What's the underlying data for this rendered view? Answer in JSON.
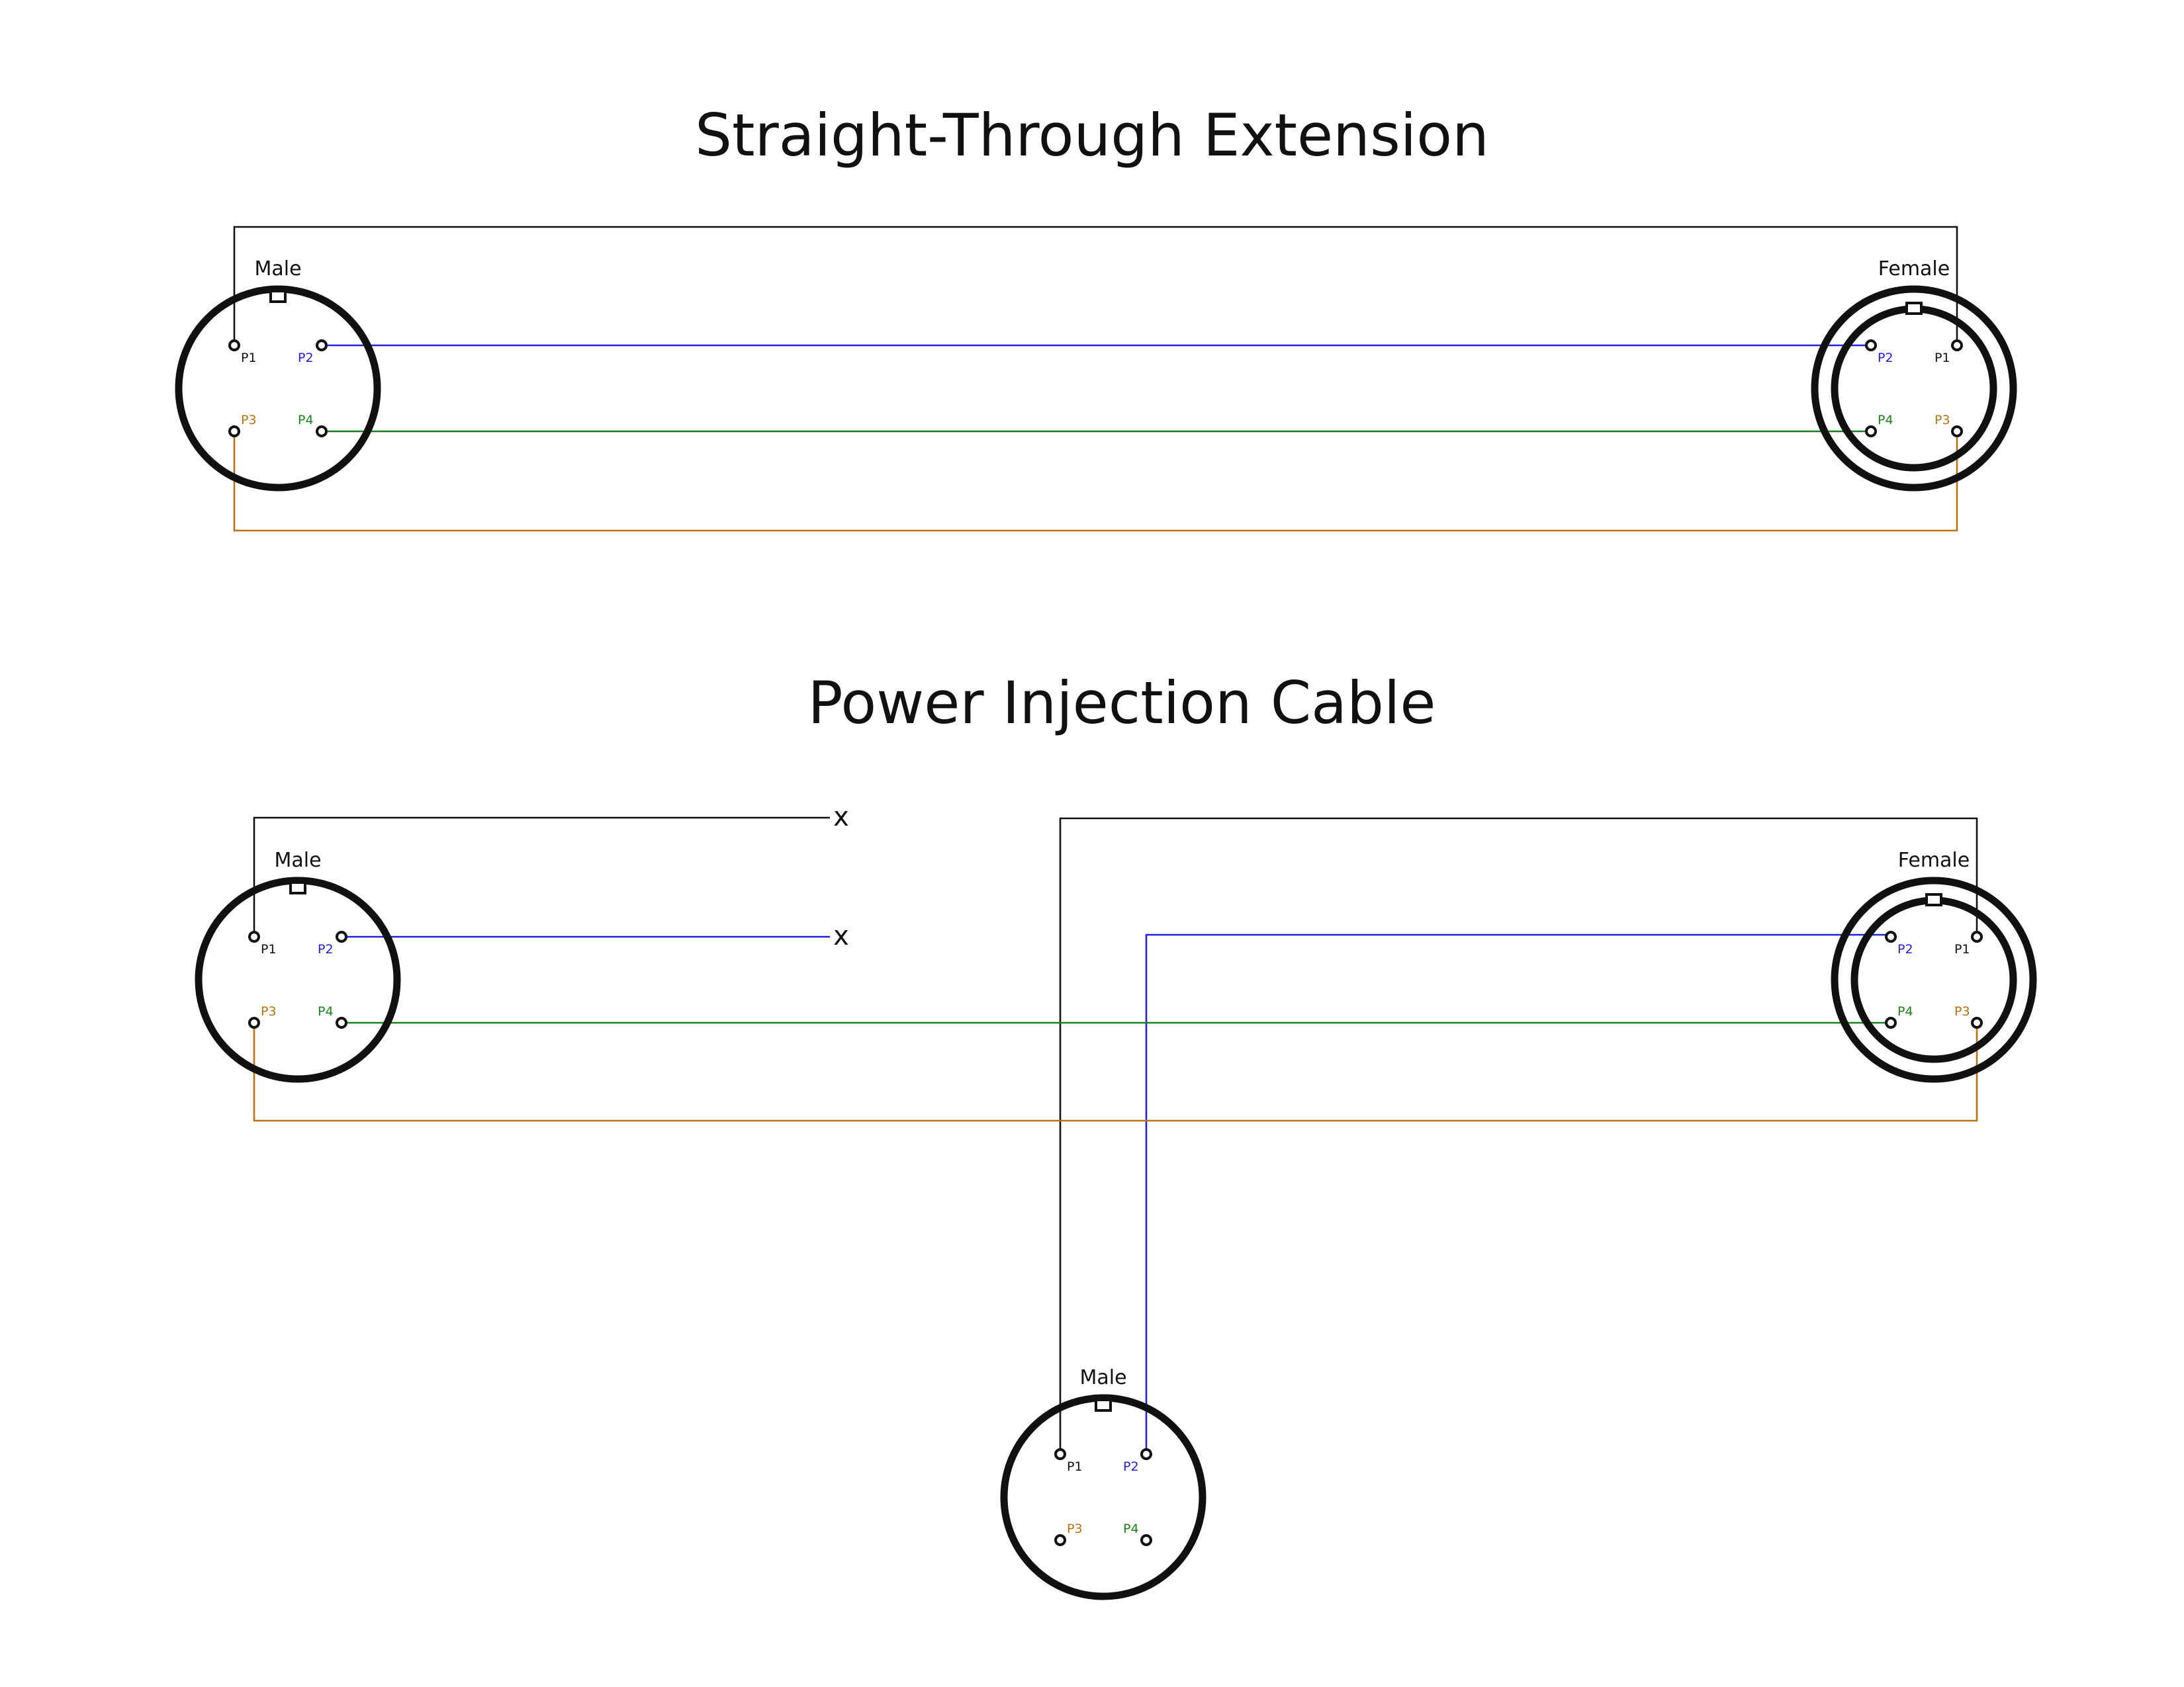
{
  "colors": {
    "p1": "#111111",
    "p2": "#2121d9",
    "p3": "#b8720f",
    "p4": "#1a801a"
  },
  "sections": [
    {
      "title": "Straight-Through Extension",
      "connectors": [
        {
          "label": "Male",
          "pins": [
            "P1",
            "P2",
            "P3",
            "P4"
          ]
        },
        {
          "label": "Female",
          "pins": [
            "P2",
            "P1",
            "P4",
            "P3"
          ]
        }
      ]
    },
    {
      "title": "Power Injection Cable",
      "connectors": [
        {
          "label": "Male",
          "pins": [
            "P1",
            "P2",
            "P3",
            "P4"
          ]
        },
        {
          "label": "Female",
          "pins": [
            "P2",
            "P1",
            "P4",
            "P3"
          ]
        },
        {
          "label": "Male",
          "pins": [
            "P1",
            "P2",
            "P3",
            "P4"
          ]
        }
      ],
      "terminations": [
        "x",
        "x"
      ]
    }
  ]
}
